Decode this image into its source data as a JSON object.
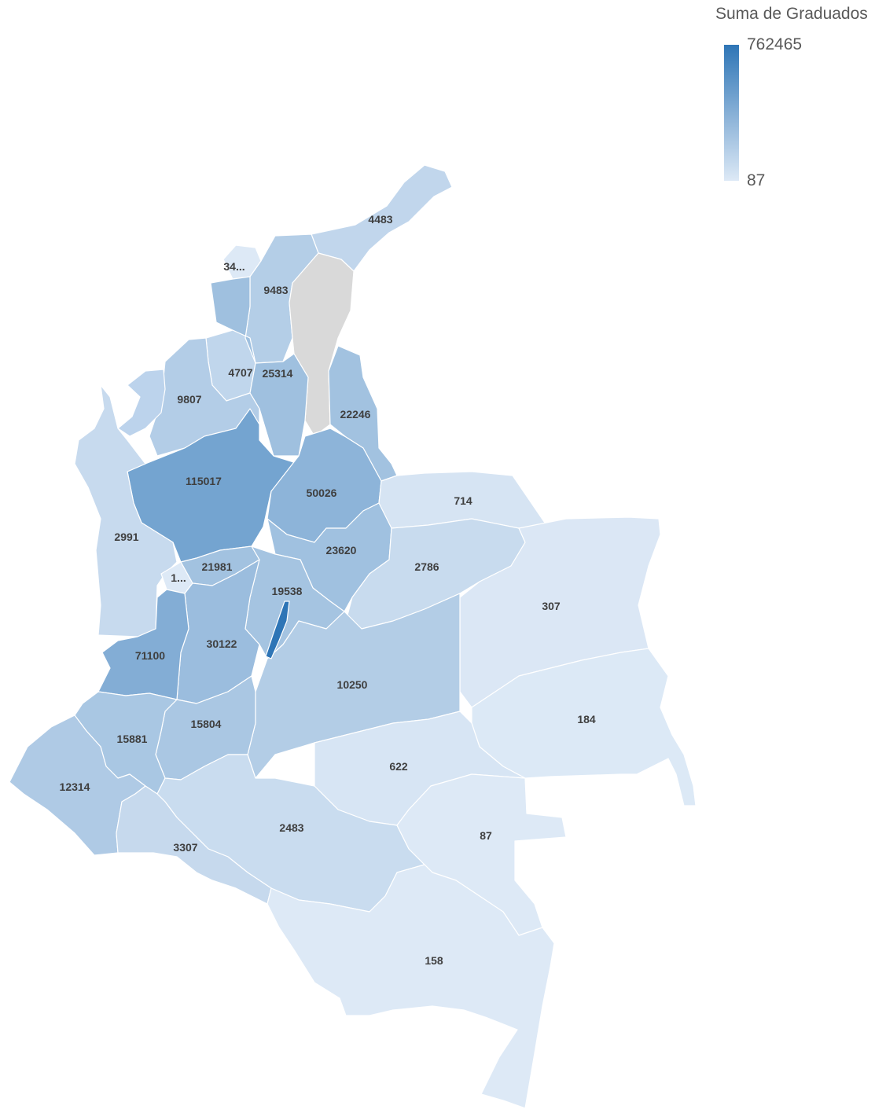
{
  "legend": {
    "title": "Suma de Graduados",
    "max_label": "762465",
    "min_label": "87",
    "min_value": 87,
    "max_value": 762465,
    "color_low": "#dde9f6",
    "color_high": "#2e75b6",
    "no_data_color": "#d9d9d9"
  },
  "regions": [
    {
      "id": "region-4483",
      "label": "4483",
      "value": 4483
    },
    {
      "id": "region-34",
      "label": "34...",
      "value": null
    },
    {
      "id": "region-9483",
      "label": "9483",
      "value": 9483
    },
    {
      "id": "region-no-data",
      "label": "",
      "value": null
    },
    {
      "id": "region-4707",
      "label": "4707",
      "value": 4707
    },
    {
      "id": "region-25314",
      "label": "25314",
      "value": 25314
    },
    {
      "id": "region-9807",
      "label": "9807",
      "value": 9807
    },
    {
      "id": "region-22246",
      "label": "22246",
      "value": 22246
    },
    {
      "id": "region-115017",
      "label": "115017",
      "value": 115017
    },
    {
      "id": "region-50026",
      "label": "50026",
      "value": 50026
    },
    {
      "id": "region-714",
      "label": "714",
      "value": 714
    },
    {
      "id": "region-2991",
      "label": "2991",
      "value": 2991
    },
    {
      "id": "region-23620",
      "label": "23620",
      "value": 23620
    },
    {
      "id": "region-2786",
      "label": "2786",
      "value": 2786
    },
    {
      "id": "region-21981",
      "label": "21981",
      "value": 21981
    },
    {
      "id": "region-1",
      "label": "1...",
      "value": null
    },
    {
      "id": "region-19538",
      "label": "19538",
      "value": 19538
    },
    {
      "id": "region-307",
      "label": "307",
      "value": 307
    },
    {
      "id": "region-30122",
      "label": "30122",
      "value": 30122
    },
    {
      "id": "region-71100",
      "label": "71100",
      "value": 71100
    },
    {
      "id": "region-10250",
      "label": "10250",
      "value": 10250
    },
    {
      "id": "region-184",
      "label": "184",
      "value": 184
    },
    {
      "id": "region-15804",
      "label": "15804",
      "value": 15804
    },
    {
      "id": "region-15881",
      "label": "15881",
      "value": 15881
    },
    {
      "id": "region-622",
      "label": "622",
      "value": 622
    },
    {
      "id": "region-12314",
      "label": "12314",
      "value": 12314
    },
    {
      "id": "region-2483",
      "label": "2483",
      "value": 2483
    },
    {
      "id": "region-87",
      "label": "87",
      "value": 87
    },
    {
      "id": "region-3307",
      "label": "3307",
      "value": 3307
    },
    {
      "id": "region-158",
      "label": "158",
      "value": 158
    },
    {
      "id": "region-bogota",
      "label": "",
      "value": 762465
    },
    {
      "id": "region-cordoba-strip",
      "label": "",
      "value": null
    }
  ]
}
